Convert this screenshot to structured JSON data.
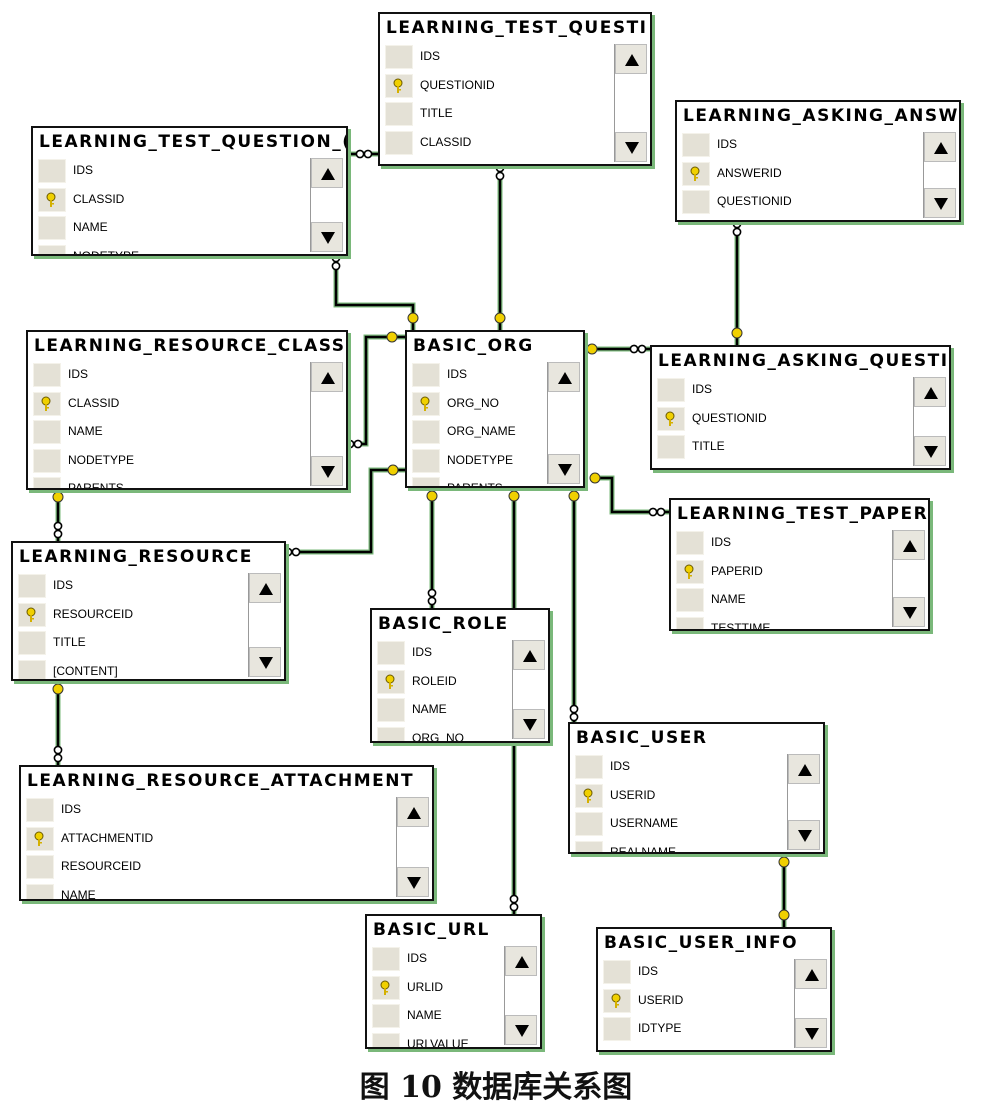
{
  "tables": [
    {
      "id": "t1",
      "title": "LEARNING_TEST_QUESTI",
      "columns": [
        {
          "name": "IDS",
          "key": false
        },
        {
          "name": "QUESTIONID",
          "key": true
        },
        {
          "name": "TITLE",
          "key": false
        },
        {
          "name": "CLASSID",
          "key": false
        }
      ]
    },
    {
      "id": "t2",
      "title": "LEARNING_TEST_QUESTION_(",
      "columns": [
        {
          "name": "IDS",
          "key": false
        },
        {
          "name": "CLASSID",
          "key": true
        },
        {
          "name": "NAME",
          "key": false
        },
        {
          "name": "NODETYPE",
          "key": false
        }
      ]
    },
    {
      "id": "t3",
      "title": "LEARNING_ASKING_ANSWE",
      "columns": [
        {
          "name": "IDS",
          "key": false
        },
        {
          "name": "ANSWERID",
          "key": true
        },
        {
          "name": "QUESTIONID",
          "key": false
        }
      ]
    },
    {
      "id": "t4",
      "title": "LEARNING_RESOURCE_CLASS",
      "columns": [
        {
          "name": "IDS",
          "key": false
        },
        {
          "name": "CLASSID",
          "key": true
        },
        {
          "name": "NAME",
          "key": false
        },
        {
          "name": "NODETYPE",
          "key": false
        },
        {
          "name": "PARENTS",
          "key": false
        }
      ]
    },
    {
      "id": "t5",
      "title": "BASIC_ORG",
      "columns": [
        {
          "name": "IDS",
          "key": false
        },
        {
          "name": "ORG_NO",
          "key": true
        },
        {
          "name": "ORG_NAME",
          "key": false
        },
        {
          "name": "NODETYPE",
          "key": false
        },
        {
          "name": "PARENTS",
          "key": false
        }
      ]
    },
    {
      "id": "t6",
      "title": "LEARNING_ASKING_QUESTI(",
      "columns": [
        {
          "name": "IDS",
          "key": false
        },
        {
          "name": "QUESTIONID",
          "key": true
        },
        {
          "name": "TITLE",
          "key": false
        }
      ]
    },
    {
      "id": "t7",
      "title": "LEARNING_RESOURCE",
      "columns": [
        {
          "name": "IDS",
          "key": false
        },
        {
          "name": "RESOURCEID",
          "key": true
        },
        {
          "name": "TITLE",
          "key": false
        },
        {
          "name": "[CONTENT]",
          "key": false
        }
      ]
    },
    {
      "id": "t8",
      "title": "LEARNING_TEST_PAPER",
      "columns": [
        {
          "name": "IDS",
          "key": false
        },
        {
          "name": "PAPERID",
          "key": true
        },
        {
          "name": "NAME",
          "key": false
        },
        {
          "name": "TESTTIME",
          "key": false
        }
      ]
    },
    {
      "id": "t9",
      "title": "BASIC_ROLE",
      "columns": [
        {
          "name": "IDS",
          "key": false
        },
        {
          "name": "ROLEID",
          "key": true
        },
        {
          "name": "NAME",
          "key": false
        },
        {
          "name": "ORG_NO",
          "key": false
        }
      ]
    },
    {
      "id": "t10",
      "title": "BASIC_USER",
      "columns": [
        {
          "name": "IDS",
          "key": false
        },
        {
          "name": "USERID",
          "key": true
        },
        {
          "name": "USERNAME",
          "key": false
        },
        {
          "name": "REALNAME",
          "key": false
        }
      ]
    },
    {
      "id": "t11",
      "title": "LEARNING_RESOURCE_ATTACHMENT",
      "columns": [
        {
          "name": "IDS",
          "key": false
        },
        {
          "name": "ATTACHMENTID",
          "key": true
        },
        {
          "name": "RESOURCEID",
          "key": false
        },
        {
          "name": "NAME",
          "key": false
        }
      ]
    },
    {
      "id": "t12",
      "title": "BASIC_URL",
      "columns": [
        {
          "name": "IDS",
          "key": false
        },
        {
          "name": "URLID",
          "key": true
        },
        {
          "name": "NAME",
          "key": false
        },
        {
          "name": "URLVALUE",
          "key": false
        }
      ]
    },
    {
      "id": "t13",
      "title": "BASIC_USER_INFO",
      "columns": [
        {
          "name": "IDS",
          "key": false
        },
        {
          "name": "USERID",
          "key": true
        },
        {
          "name": "IDTYPE",
          "key": false
        }
      ]
    }
  ],
  "caption": "图 10 数据库关系图",
  "colors": {
    "wire": "#000000",
    "wire_shadow": "#7ab87a",
    "key_icon": "#f0d000",
    "border": "#111111"
  }
}
